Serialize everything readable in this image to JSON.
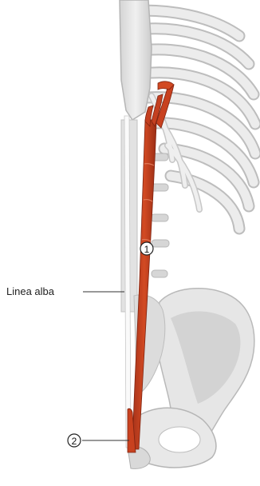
{
  "figure": {
    "label_linea_alba": "Linea alba",
    "marker_1": "1",
    "marker_2": "2"
  },
  "colors": {
    "muscle": "#c8411f",
    "muscle_dark": "#8f2a12",
    "bone": "#e6e6e6",
    "bone_edge": "#b9b9b9",
    "bone_shade": "#cfcfcf"
  }
}
